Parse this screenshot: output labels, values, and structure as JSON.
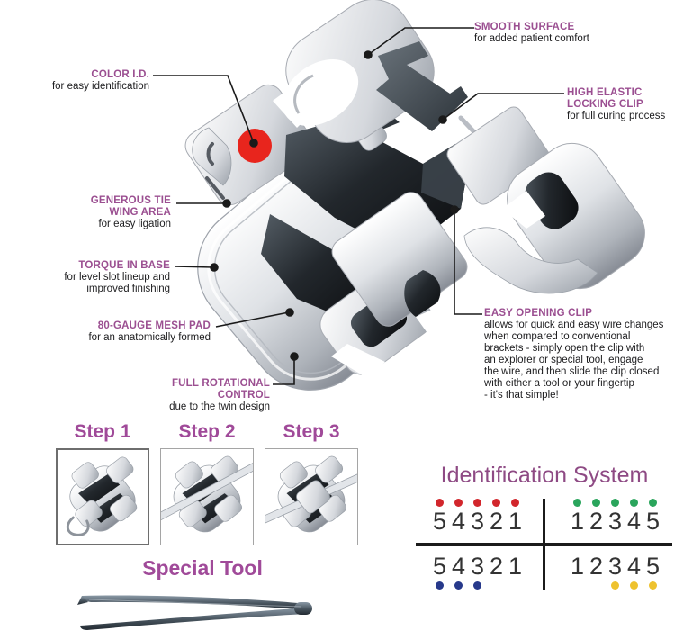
{
  "colors": {
    "heading_purple": "#9b4f91",
    "title_purple": "#8e4a84",
    "step_purple": "#a04a99",
    "text_dark": "#1d1d1f",
    "color_id_dot": "#e8251d",
    "dot_red": "#d2262c",
    "dot_green": "#2aa55c",
    "dot_blue": "#27398b",
    "dot_yellow": "#eec22f"
  },
  "callouts": {
    "smooth_surface": {
      "title": "SMOOTH SURFACE",
      "body": "for added patient comfort"
    },
    "color_id": {
      "title": "COLOR I.D.",
      "body": "for easy identification"
    },
    "high_elastic": {
      "title": "HIGH ELASTIC\nLOCKING CLIP",
      "body": "for full curing process"
    },
    "generous_tie": {
      "title": "GENEROUS TIE\nWING AREA",
      "body": "for easy ligation"
    },
    "torque_in_base": {
      "title": "TORQUE IN BASE",
      "body": "for level slot lineup and\nimproved finishing"
    },
    "mesh_pad": {
      "title": "80-GAUGE MESH PAD",
      "body": "for an anatomically formed"
    },
    "full_rotational": {
      "title": "FULL ROTATIONAL\nCONTROL",
      "body": "due to the twin design"
    },
    "easy_opening": {
      "title": "EASY OPENING CLIP",
      "body": "allows for quick and easy wire changes\nwhen compared to conventional\nbrackets - simply open the clip with\nan explorer or special tool, engage\n the wire, and then slide the clip closed\nwith either a tool or your fingertip\n - it's that simple!"
    }
  },
  "steps": {
    "labels": [
      "Step 1",
      "Step 2",
      "Step 3"
    ]
  },
  "special_tool": {
    "title": "Special Tool"
  },
  "id_system": {
    "title": "Identification System",
    "quadrants": [
      {
        "name": "upper-left",
        "digits": [
          "5",
          "4",
          "3",
          "2",
          "1"
        ],
        "dots": [
          1,
          1,
          1,
          1,
          1
        ],
        "dot_color": "#d2262c",
        "dot_side": "top"
      },
      {
        "name": "upper-right",
        "digits": [
          "1",
          "2",
          "3",
          "4",
          "5"
        ],
        "dots": [
          1,
          1,
          1,
          1,
          1
        ],
        "dot_color": "#2aa55c",
        "dot_side": "top"
      },
      {
        "name": "lower-left",
        "digits": [
          "5",
          "4",
          "3",
          "2",
          "1"
        ],
        "dots": [
          1,
          1,
          1,
          0,
          0
        ],
        "dot_color": "#27398b",
        "dot_side": "bottom"
      },
      {
        "name": "lower-right",
        "digits": [
          "1",
          "2",
          "3",
          "4",
          "5"
        ],
        "dots": [
          0,
          0,
          1,
          1,
          1
        ],
        "dot_color": "#eec22f",
        "dot_side": "bottom"
      }
    ]
  }
}
